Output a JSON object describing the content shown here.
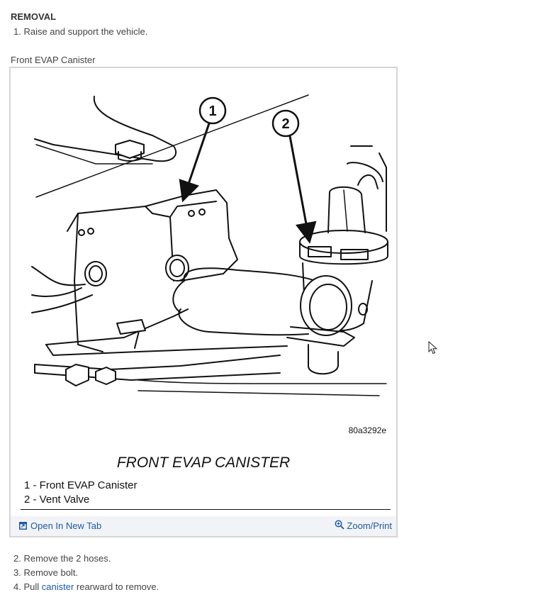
{
  "section": {
    "heading": "REMOVAL",
    "steps_before": [
      "1. Raise and support the vehicle."
    ],
    "figure_caption": "Front EVAP Canister"
  },
  "figure": {
    "code": "80a3292e",
    "title": "FRONT EVAP CANISTER",
    "callouts": [
      "1",
      "2"
    ],
    "legend": [
      "1 - Front EVAP Canister",
      "2 - Vent Valve"
    ],
    "footer": {
      "open_label": "Open In New Tab",
      "open_icon": "open-new-tab-icon",
      "zoom_label": "Zoom/Print",
      "zoom_icon": "magnifier-plus-icon"
    }
  },
  "steps_after": {
    "step2": "2. Remove the 2 hoses.",
    "step3": "3. Remove bolt.",
    "step4_prefix": "4. Pull ",
    "step4_link": "canister",
    "step4_suffix": " rearward to remove."
  },
  "colors": {
    "link": "#1e5aa8",
    "text": "#333333",
    "border": "#d5d5d5",
    "footer_bg": "#f2f3f6"
  }
}
